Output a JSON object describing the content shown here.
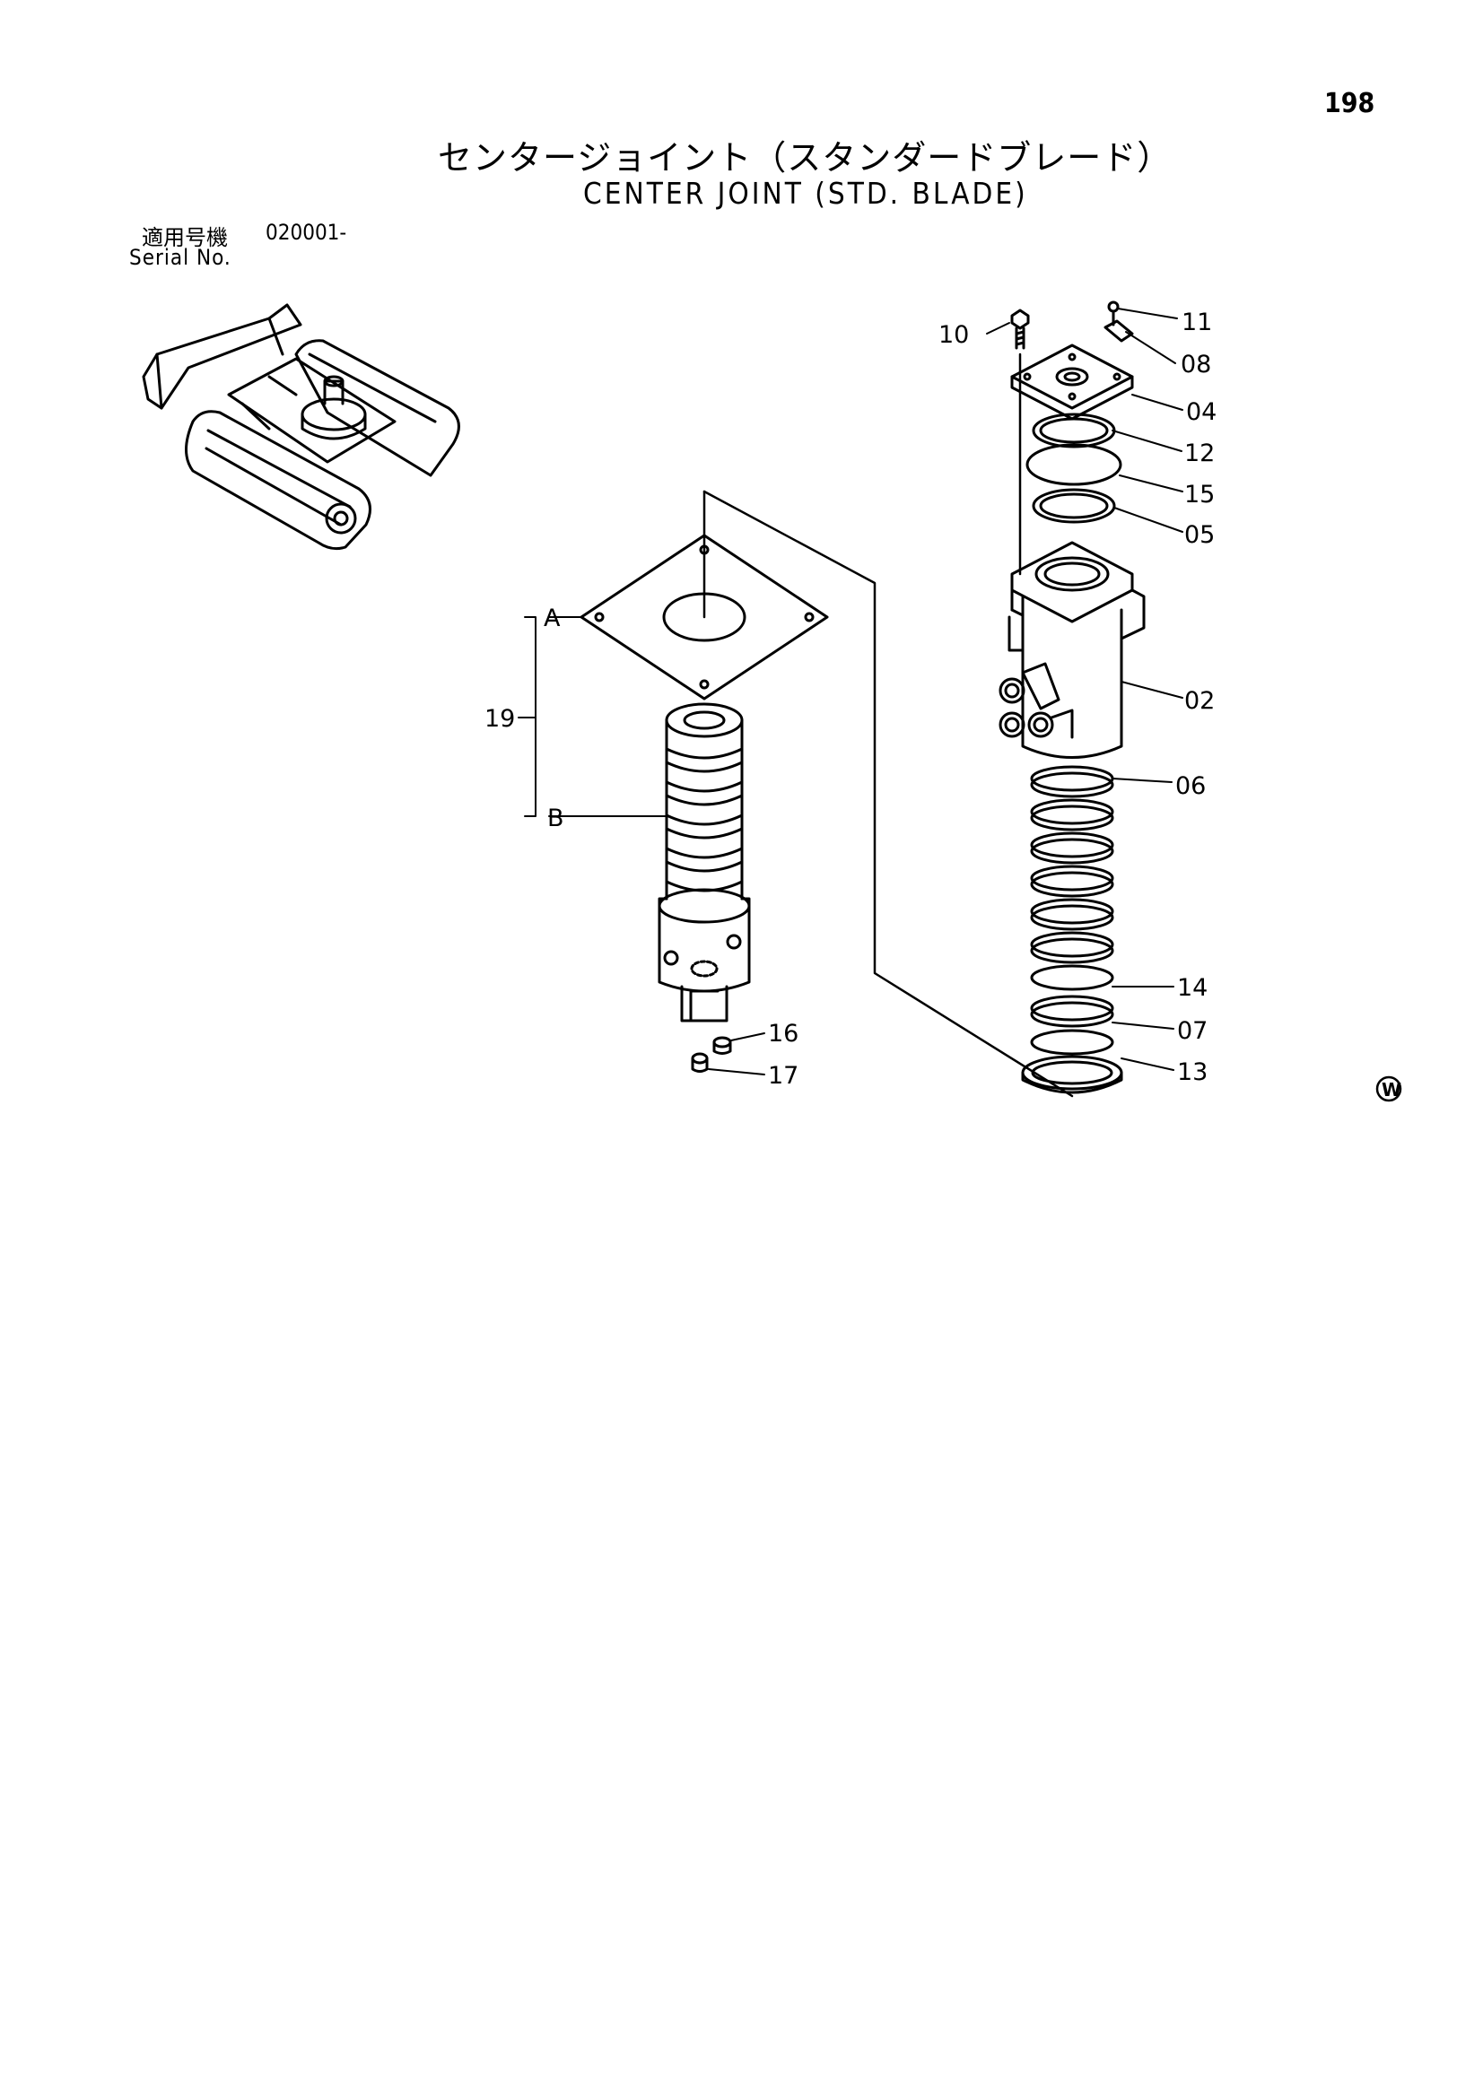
{
  "page_number": "198",
  "title_ja": "センタージョイント（スタンダードブレード）",
  "title_en": "CENTER JOINT (STD. BLADE)",
  "serial": {
    "label_ja": "適用号機",
    "value": "020001-",
    "label_en": "Serial No."
  },
  "callouts": {
    "p02": "02",
    "p04": "04",
    "p05": "05",
    "p06": "06",
    "p07": "07",
    "p08": "08",
    "p10": "10",
    "p11": "11",
    "p12": "12",
    "p13": "13",
    "p14": "14",
    "p15": "15",
    "p16": "16",
    "p17": "17",
    "p19": "19",
    "pA": "A",
    "pB": "B"
  },
  "mark": "W"
}
